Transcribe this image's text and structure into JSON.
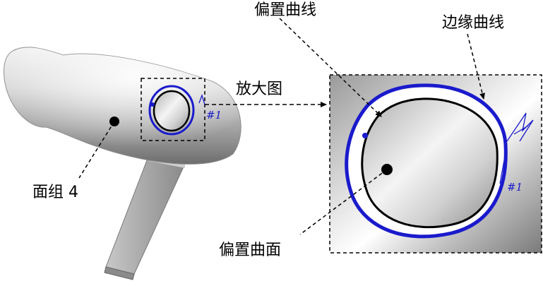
{
  "labels": {
    "offset_curve": "偏置曲线",
    "edge_curve": "边缘曲线",
    "zoom": "放大图",
    "face_group": "面组 4",
    "offset_surface": "偏置曲面"
  },
  "tags": {
    "small_tag": "#1",
    "large_tag": "#1"
  },
  "colors": {
    "curve_blue": "#1a1acc",
    "curve_black": "#000000",
    "arrow": "#000000"
  }
}
